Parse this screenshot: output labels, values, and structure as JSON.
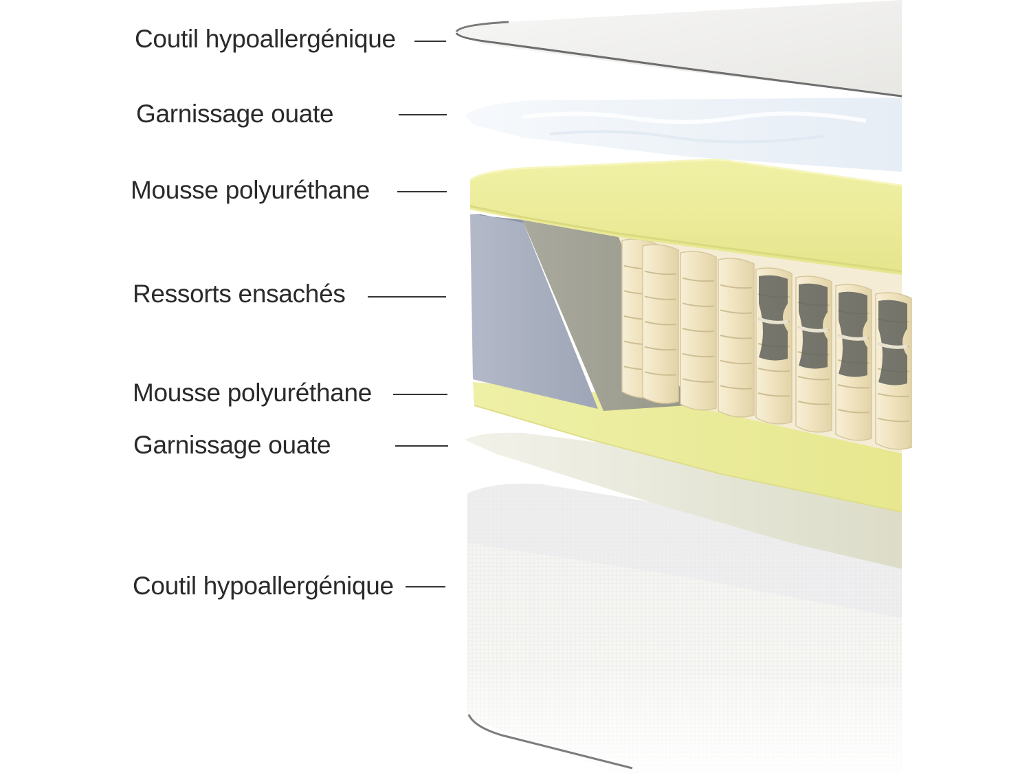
{
  "labels": [
    "Coutil hypoallergénique",
    "Garnissage ouate",
    "Mousse polyuréthane",
    "Ressorts ensachés",
    "Mousse polyuréthane",
    "Garnissage ouate",
    "Coutil hypoallergénique"
  ],
  "colors": {
    "foam": "#ecec9a",
    "side_foam": "#a6adbd",
    "cut_face": "#a3a397",
    "spring": "#eee3c2",
    "fabric": "#f4f4f2",
    "wadding": "#eaf0f7",
    "text": "#2a2a2a"
  }
}
